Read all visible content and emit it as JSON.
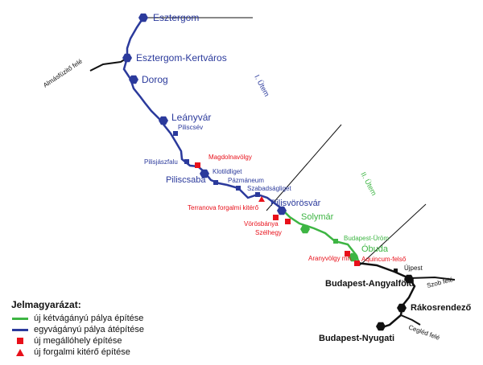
{
  "colors": {
    "blue_line": "#2b3a9c",
    "green_line": "#3db543",
    "black_line": "#111111",
    "red_marker": "#e8101a",
    "blue_text": "#2b3a9c",
    "green_text": "#3db543",
    "red_text": "#e8101a"
  },
  "stations": {
    "esztergom": "Esztergom",
    "esztergom_kertvaros": "Esztergom-Kertváros",
    "dorog": "Dorog",
    "leanyvar": "Leányvár",
    "piliscsev": "Piliscsév",
    "pilisjaszfalu": "Pilisjászfalu",
    "magdolnavolgy": "Magdolnavölgy",
    "piliscsaba": "Piliscsaba",
    "klotildliget": "Klotildliget",
    "pazmaneum": "Pázmáneum",
    "szabadsagliget": "Szabadságliget",
    "terranova": "Terranova forgalmi kitérő",
    "pilisvorosvar": "Pilisvörösvár",
    "vorosbanya": "Vörösbánya",
    "szelhegy": "Szélhegy",
    "solymar": "Solymár",
    "budapest_urom": "Budapest-Üröm",
    "obuda": "Óbuda",
    "aranyvolgy": "Aranyvölgy mh.",
    "aquincum": "Aquincum-felső",
    "ujpest": "Újpest",
    "angyalfold": "Budapest-Angyalföld",
    "rakosrendezo": "Rákosrendező",
    "nyugati": "Budapest-Nyugati"
  },
  "directions": {
    "almasfuzito": "Almásfüzitő felé",
    "szob": "Szob felé",
    "cegled": "Cegléd felé"
  },
  "stages": {
    "stage1": "I. Ütem",
    "stage2": "II. Ütem"
  },
  "legend": {
    "title": "Jelmagyarázat:",
    "items": [
      {
        "symbol": "green-line",
        "label": "új kétvágányú pálya építése"
      },
      {
        "symbol": "blue-line",
        "label": "egyvágányú pálya átépítése"
      },
      {
        "symbol": "red-square",
        "label": "új megállóhely építése"
      },
      {
        "symbol": "red-triangle",
        "label": "új forgalmi kitérő építése"
      }
    ]
  }
}
